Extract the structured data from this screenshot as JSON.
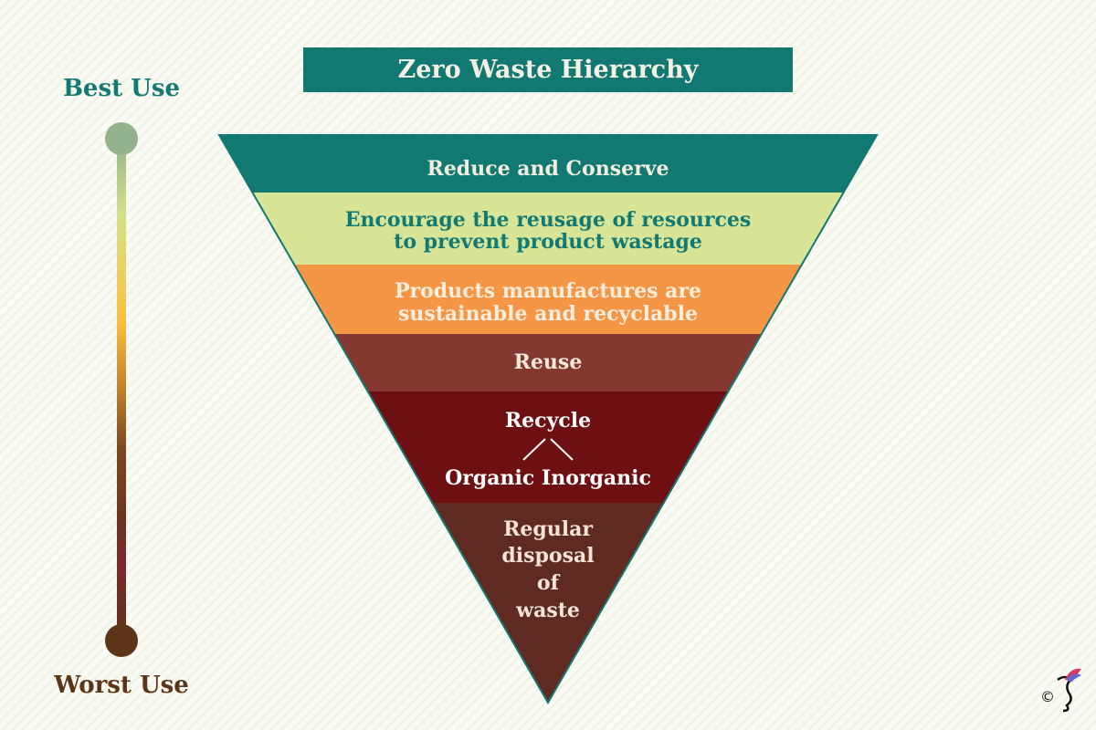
{
  "title": "Zero Waste Hierarchy",
  "scale": {
    "top_label": "Best Use",
    "bottom_label": "Worst Use"
  },
  "layers": [
    {
      "lines": [
        "Reduce and Conserve"
      ],
      "color": "#127872",
      "text_color": "#f1eedf"
    },
    {
      "lines": [
        "Encourage the reusage of resources",
        "to prevent product wastage"
      ],
      "color": "#d8e597",
      "text_color": "#137a73"
    },
    {
      "lines": [
        "Products manufactures are",
        "sustainable and recyclable"
      ],
      "color": "#f59646",
      "text_color": "#fbeedd"
    },
    {
      "lines": [
        "Reuse"
      ],
      "color": "#853830",
      "text_color": "#f6e8da"
    },
    {
      "lines": [
        "Recycle",
        "Organic Inorganic"
      ],
      "color": "#6e0f12",
      "text_color": "#ffffff"
    },
    {
      "lines": [
        "Regular",
        "disposal",
        "of",
        "waste"
      ],
      "color": "#5f2b20",
      "text_color": "#f3e4d5"
    }
  ],
  "copyright": "©"
}
